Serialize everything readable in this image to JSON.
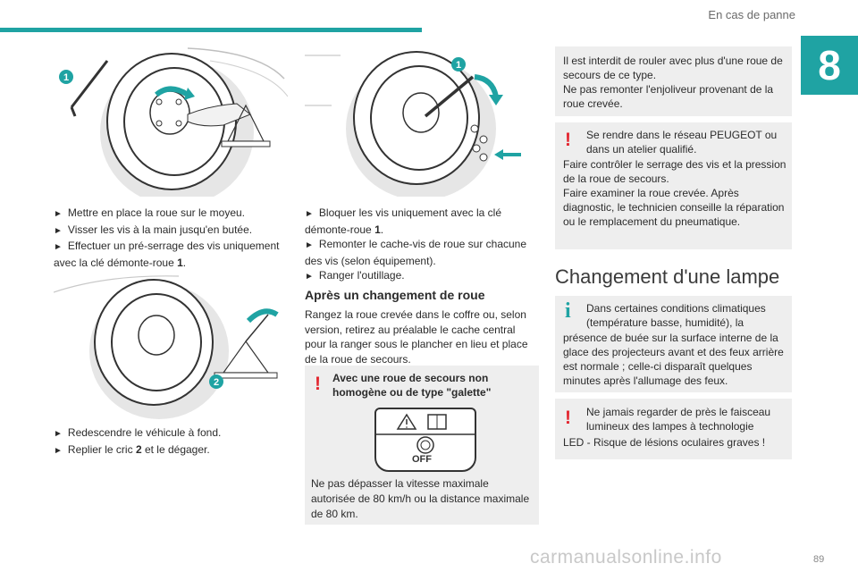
{
  "header": {
    "section": "En cas de panne",
    "chapter": "8",
    "page": "89"
  },
  "col1": {
    "steps_a": [
      "Mettre en place la roue sur le moyeu.",
      "Visser les vis à la main jusqu'en butée."
    ],
    "steps_a3_pre": "Effectuer un pré-serrage des vis uniquement avec la clé démonte-roue",
    "steps_a3_num": "1",
    "steps_b1": "Redescendre le véhicule à fond.",
    "steps_b2_pre": "Replier le cric",
    "steps_b2_num": "2",
    "steps_b2_post": "et le dégager.",
    "fig1_marker": "1",
    "fig2_marker": "2"
  },
  "col2": {
    "fig_marker": "1",
    "step1_pre": "Bloquer les vis uniquement avec la clé démonte-roue",
    "step1_num": "1",
    "step2": "Remonter le cache-vis de roue sur chacune des vis (selon équipement).",
    "step3": "Ranger l'outillage.",
    "heading": "Après un changement de roue",
    "para": "Rangez la roue crevée dans le coffre ou, selon version, retirez au préalable le cache central pour la ranger sous le plancher en lieu et place de la roue de secours.",
    "warn_title": "Avec une roue de secours non homogène ou de type \"galette\"",
    "warn_off_label": "OFF",
    "warn_body": "Ne pas dépasser la vitesse maximale autorisée de 80 km/h ou la distance maximale de 80 km."
  },
  "col3": {
    "note1": [
      "Il est interdit de rouler avec plus d'une roue de secours de ce type.",
      "Ne pas remonter l'enjoliveur provenant de la roue crevée."
    ],
    "warn1_first": "Se rendre dans le réseau PEUGEOT ou dans un atelier qualifié.",
    "warn1_rest": [
      "Faire contrôler le serrage des vis et la pression de la roue de secours.",
      "Faire examiner la roue crevée. Après diagnostic, le technicien conseille la réparation ou le remplacement du pneumatique."
    ],
    "heading": "Changement d'une lampe",
    "info_first": "Dans certaines conditions climatiques (température basse, humidité), la",
    "info_rest": "présence de buée sur la surface interne de la glace des projecteurs avant et des feux arrière est normale ; celle-ci disparaît quelques minutes après l'allumage des feux.",
    "warn2_first": "Ne jamais regarder de près le faisceau lumineux des lampes à technologie",
    "warn2_rest": "LED - Risque de lésions oculaires graves !"
  },
  "watermark": "carmanualsonline.info",
  "colors": {
    "teal": "#1fa3a3",
    "warning_red": "#e3262f",
    "callout_bg": "#eeeeee"
  }
}
